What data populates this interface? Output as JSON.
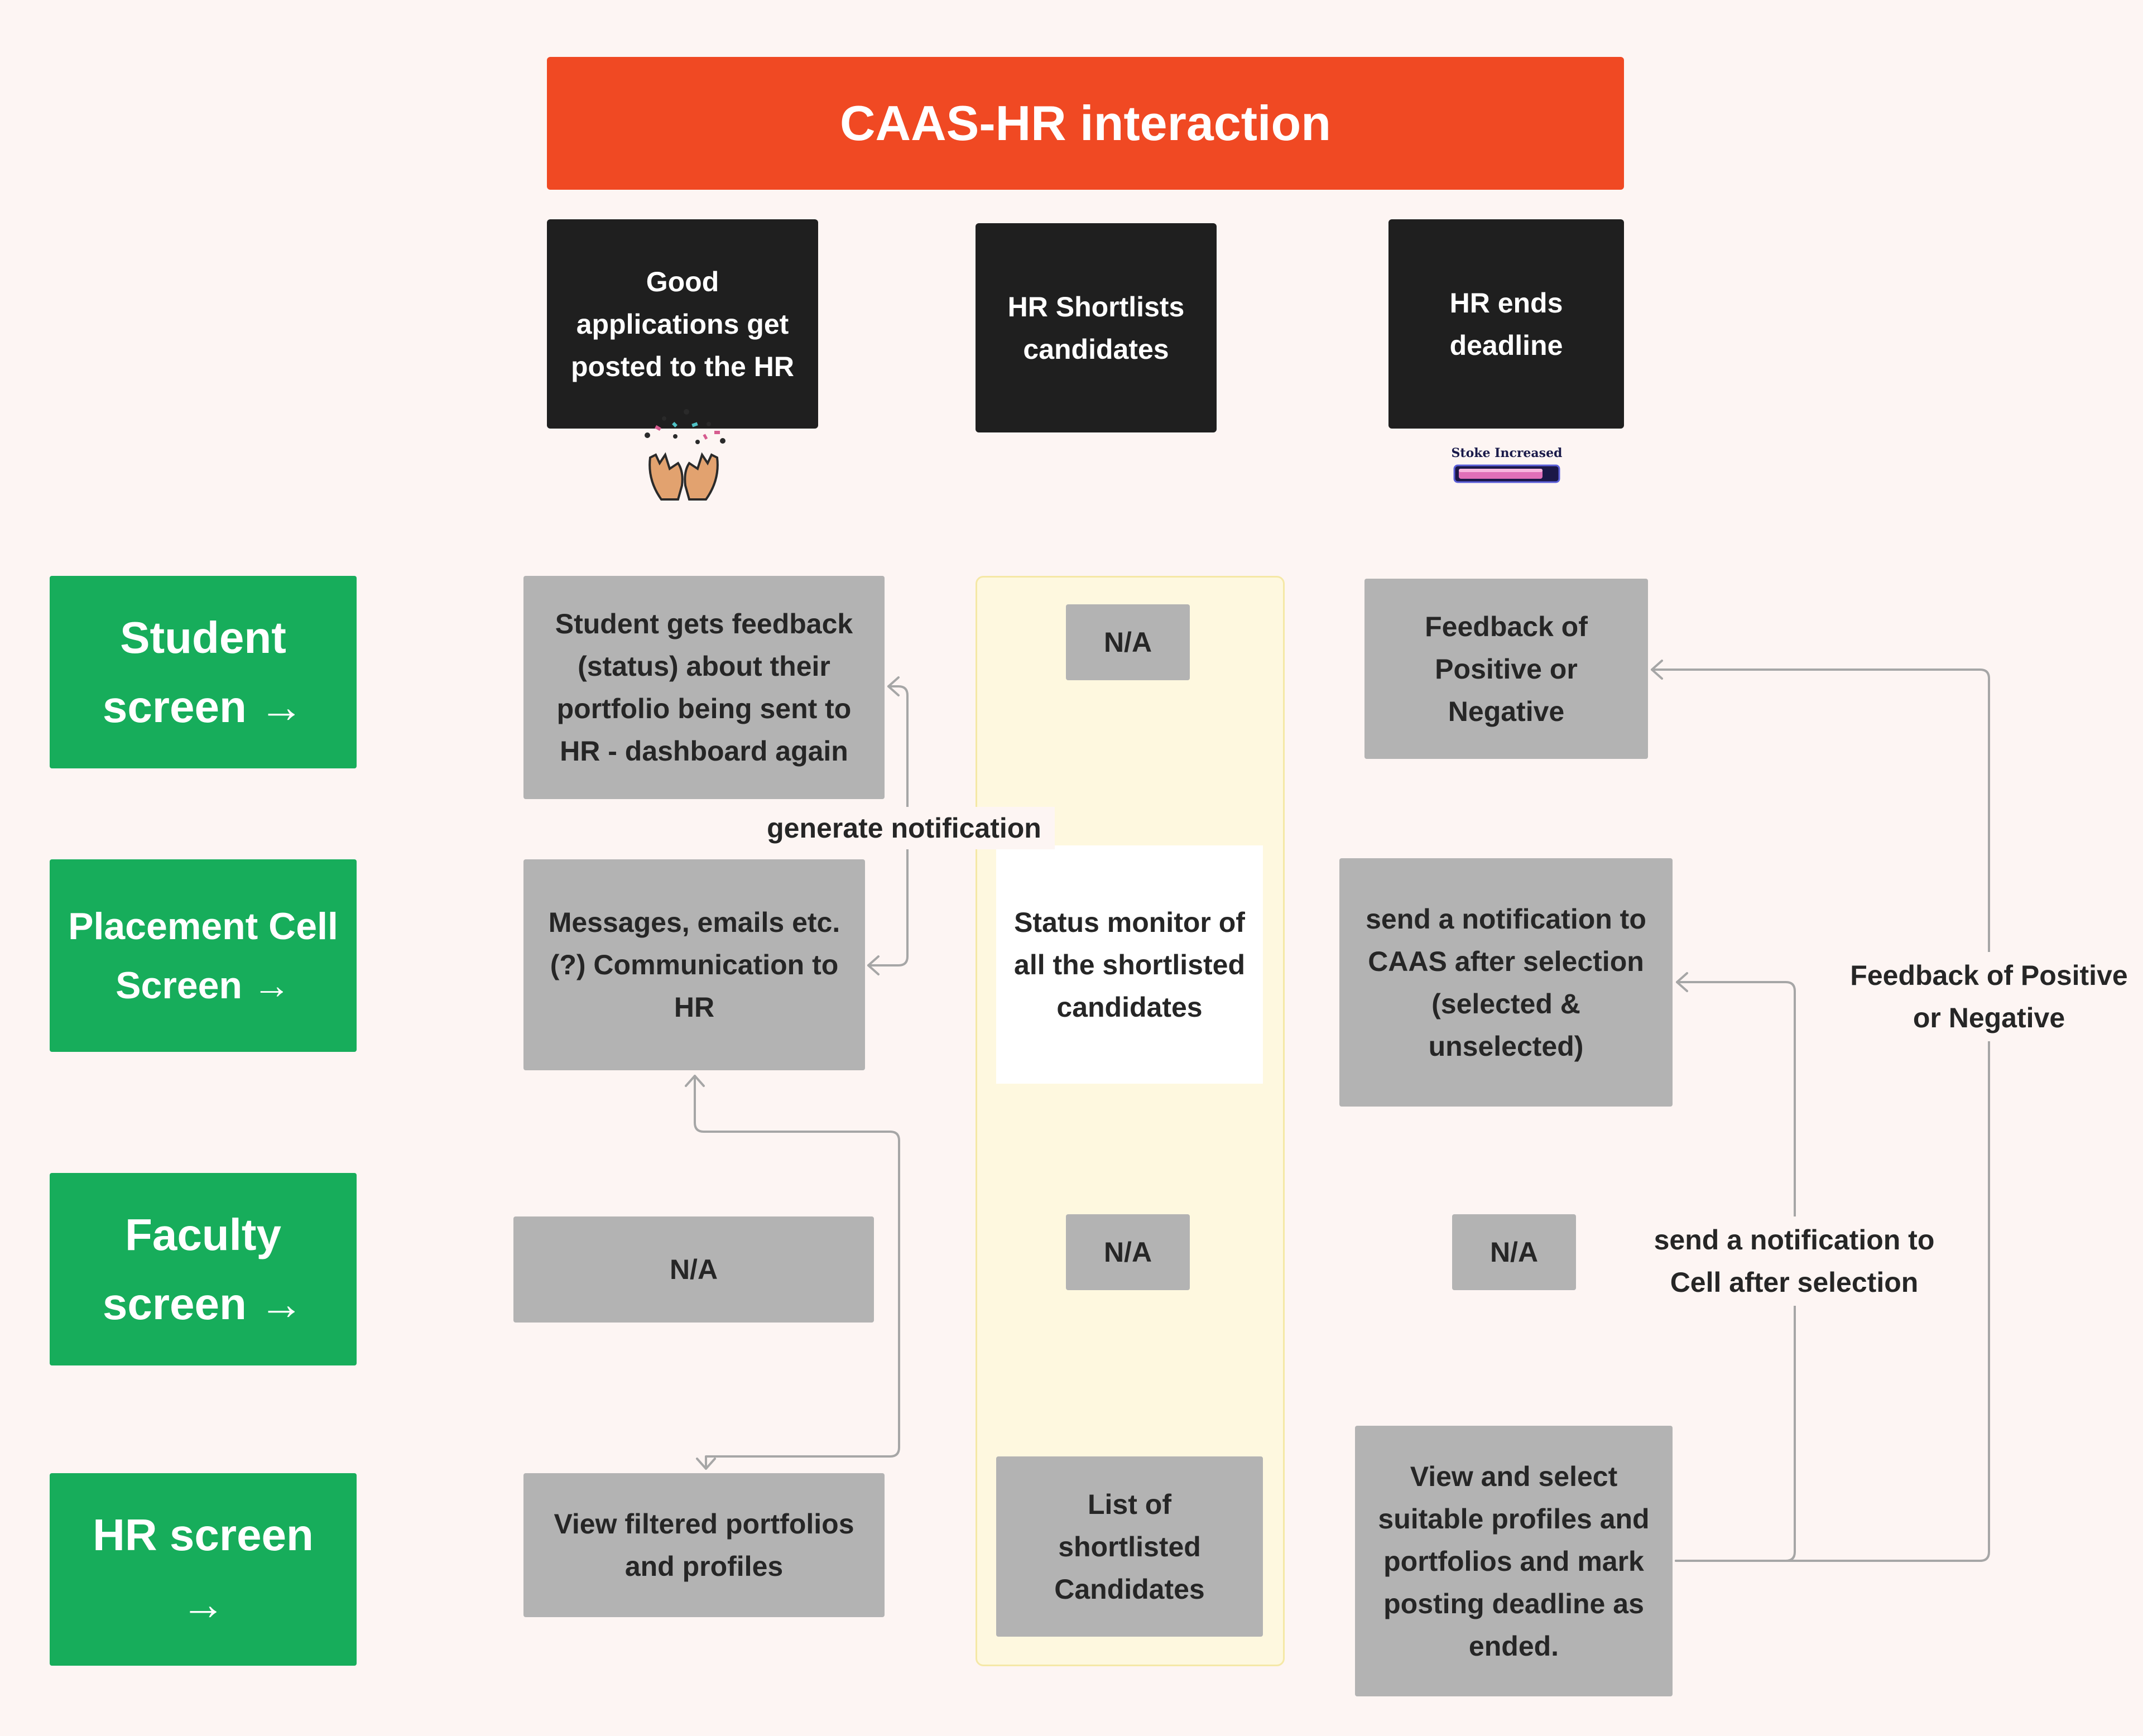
{
  "title": "CAAS-HR interaction",
  "steps": [
    {
      "label": "Good applications get posted to the HR",
      "icon": "celebration-hands-icon"
    },
    {
      "label": "HR Shortlists candidates"
    },
    {
      "label": "HR ends deadline",
      "icon": "stoke-increased-bar-icon",
      "icon_caption": "Stoke Increased"
    }
  ],
  "rows": {
    "student": "Student screen →",
    "placement": "Placement Cell Screen →",
    "faculty": "Faculty screen →",
    "hr": "HR screen →"
  },
  "col1": {
    "student": "Student gets feedback (status) about their portfolio being sent to HR - dashboard again",
    "placement": "Messages, emails etc. (?) Communication to HR",
    "faculty": "N/A",
    "hr": "View filtered portfolios and profiles"
  },
  "col2": {
    "student": "N/A",
    "placement": "Status monitor of all the shortlisted candidates",
    "faculty": "N/A",
    "hr": "List of shortlisted Candidates"
  },
  "col3": {
    "student": "Feedback of Positive or Negative",
    "placement": "send a notification to CAAS after selection (selected & unselected)",
    "faculty": "N/A",
    "hr": "View and select suitable profiles and portfolios and mark posting deadline as ended."
  },
  "connector_labels": {
    "generate": "generate notification",
    "feedback": "Feedback of Positive or Negative",
    "send_cell": "send a notification to Cell after selection"
  },
  "colors": {
    "banner": "#f04923",
    "step_card": "#1f1f1f",
    "row_label": "#17ad5b",
    "cell": "#b3b3b3",
    "column_band": "#fef8df",
    "background": "#fdf5f3"
  }
}
